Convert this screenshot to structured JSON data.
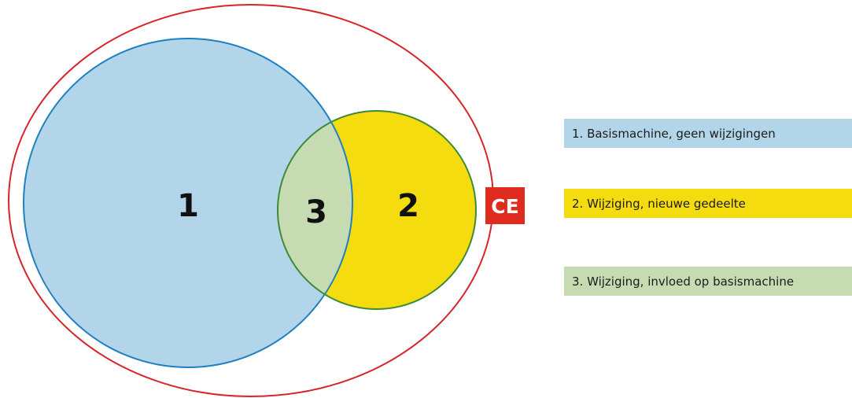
{
  "colors": {
    "outer_outline": "#d6262b",
    "basis_fill": "#b3d5ea",
    "basis_outline": "#1f80c0",
    "new_part_fill": "#f5dc0f",
    "overlap_fill": "#c6dbb2",
    "small_outline": "#3e8a3a",
    "ce_background": "#e02b1f",
    "ce_text": "#ffffff"
  },
  "regions": {
    "basis": "1",
    "new_part": "2",
    "overlap": "3"
  },
  "ce_mark": "CE",
  "legend": [
    {
      "text": "1. Basismachine, geen wijzigingen",
      "color": "#b3d5ea"
    },
    {
      "text": "2. Wijziging, nieuwe gedeelte",
      "color": "#f5dc0f"
    },
    {
      "text": "3. Wijziging, invloed op basismachine",
      "color": "#c6dbb2"
    }
  ]
}
